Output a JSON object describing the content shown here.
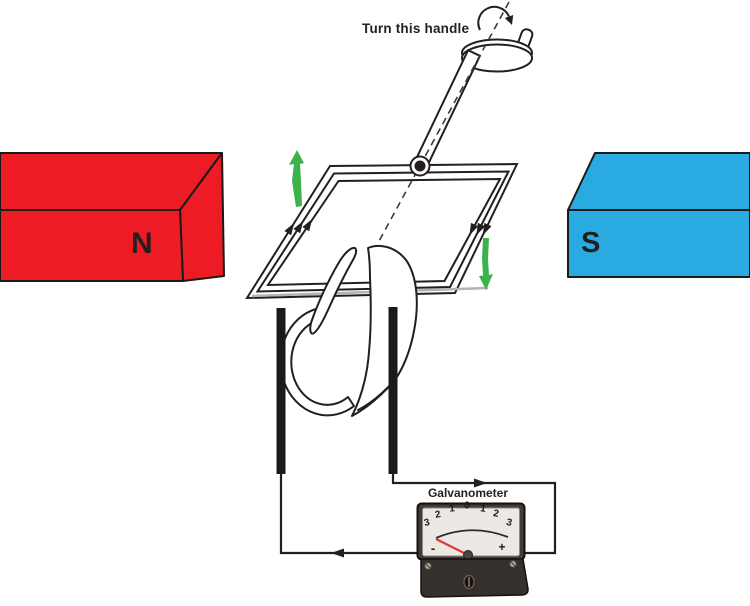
{
  "note": {
    "text": "Turn this handle"
  },
  "magnets": {
    "north": {
      "label": "N"
    },
    "south": {
      "label": "S"
    }
  },
  "galvanometer": {
    "label": "Galvanometer",
    "scale": [
      "3",
      "2",
      "1",
      "0",
      "1",
      "2",
      "3"
    ],
    "minus": "-",
    "plus": "+"
  },
  "icons": {
    "rotation_arrow": "clockwise-circular-arrow",
    "left_coil_motion_arrow": "up",
    "right_coil_motion_arrow": "down",
    "top_wire_current_arrow": "right",
    "bottom_wire_current_arrow": "left"
  },
  "colors": {
    "ink": "#231f20",
    "magnet-n": "#ed1c24",
    "magnet-s": "#29abe2",
    "green": "#3cb24a",
    "needle-red": "#e0392f",
    "meter-face": "#ece9e5",
    "meter-body": "#35302c",
    "hidden-gray": "#b3b3b3"
  }
}
